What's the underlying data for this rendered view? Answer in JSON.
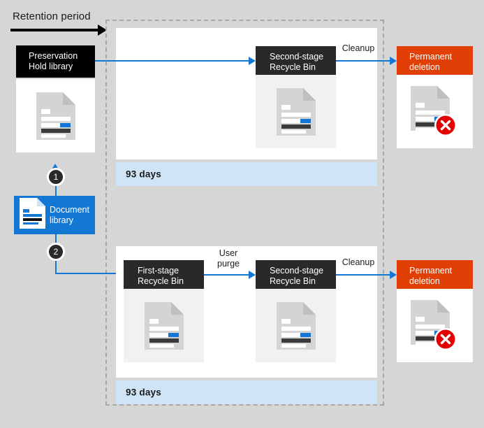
{
  "diagram": {
    "title": "Retention period",
    "colors": {
      "background": "#d6d6d6",
      "panel": "#ffffff",
      "accent_blue": "#1278d4",
      "days_bar": "#cfe4f7",
      "dark_box": "#292929",
      "black_box": "#000000",
      "orange_box": "#e03f05",
      "delete_badge_red": "#e30000",
      "dashed_border": "#a8a8a8"
    },
    "header": {
      "label": "Retention period",
      "arrow_direction": "right"
    },
    "left_column": {
      "preservation_hold_library": {
        "label": "Preservation\nHold library",
        "icon": "document-icon"
      },
      "document_library": {
        "label": "Document\nlibrary",
        "icon": "document-icon"
      },
      "steps": [
        {
          "number": "1",
          "target": "preservation_hold_library"
        },
        {
          "number": "2",
          "target": "first_stage_recycle_bin"
        }
      ]
    },
    "flows": [
      {
        "id": "top-flow",
        "duration_label": "93 days",
        "nodes": [
          {
            "id": "second-stage-recycle-bin-top",
            "label": "Second-stage\nRecycle Bin",
            "icon": "document-icon",
            "style": "dark"
          }
        ],
        "outcome": {
          "label": "Permanent\ndeletion",
          "icon": "document-deleted-icon",
          "style": "orange"
        },
        "arrow_labels": [
          "Cleanup"
        ]
      },
      {
        "id": "bottom-flow",
        "duration_label": "93 days",
        "nodes": [
          {
            "id": "first-stage-recycle-bin",
            "label": "First-stage\nRecycle Bin",
            "icon": "document-icon",
            "style": "dark"
          },
          {
            "id": "second-stage-recycle-bin-bottom",
            "label": "Second-stage\nRecycle Bin",
            "icon": "document-icon",
            "style": "dark"
          }
        ],
        "outcome": {
          "label": "Permanent\ndeletion",
          "icon": "document-deleted-icon",
          "style": "orange"
        },
        "arrow_labels": [
          "User\npurge",
          "Cleanup"
        ]
      }
    ]
  }
}
